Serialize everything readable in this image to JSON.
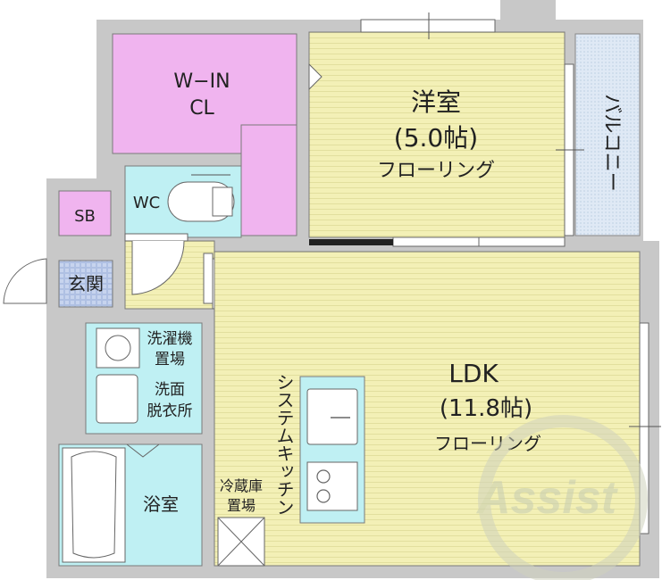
{
  "rooms": {
    "walk_in_closet": {
      "line1": "W−IN",
      "line2": "CL"
    },
    "western_room": {
      "name": "洋室",
      "size": "(5.0帖)",
      "floor": "フローリング"
    },
    "balcony": {
      "name": "バルコニー"
    },
    "wc": {
      "name": "WC"
    },
    "shoe_box": {
      "name": "SB"
    },
    "entrance": {
      "name": "玄関"
    },
    "washer_space": {
      "line1": "洗濯機",
      "line2": "置場"
    },
    "washroom": {
      "line1": "洗面",
      "line2": "脱衣所"
    },
    "bathroom": {
      "name": "浴室"
    },
    "kitchen": {
      "name": "システムキッチン"
    },
    "fridge_space": {
      "line1": "冷蔵庫",
      "line2": "置場"
    },
    "ldk": {
      "name": "LDK",
      "size": "(11.8帖)",
      "floor": "フローリング"
    }
  },
  "watermark": {
    "text": "Assist"
  },
  "colors": {
    "wall": "#c8c8c8",
    "floor_wood": "#f3f0b6",
    "closet": "#f0b4ef",
    "water_area": "#bff0f3",
    "balcony": "#dfe9f5",
    "entrance_tile": "#c7d4ee",
    "watermark": "#d8dcc8"
  }
}
